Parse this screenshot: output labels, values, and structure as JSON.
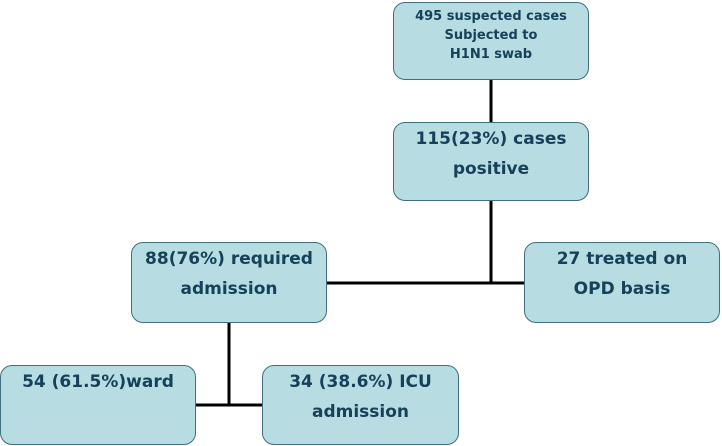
{
  "diagram": {
    "nodes": {
      "screen": [
        "495 suspected cases",
        "Subjected to",
        "H1N1 swab"
      ],
      "positive": [
        "115(23%) cases",
        "positive"
      ],
      "admission": [
        "88(76%) required",
        "admission"
      ],
      "opd": [
        "27 treated on",
        "OPD basis"
      ],
      "ward": [
        "54 (61.5%)ward"
      ],
      "icu": [
        "34 (38.6%) ICU",
        "admission"
      ]
    },
    "colors": {
      "node_fill": "#b7dde3",
      "node_border": "#3f6f7e",
      "text": "#17405a",
      "connector": "#000000"
    }
  }
}
